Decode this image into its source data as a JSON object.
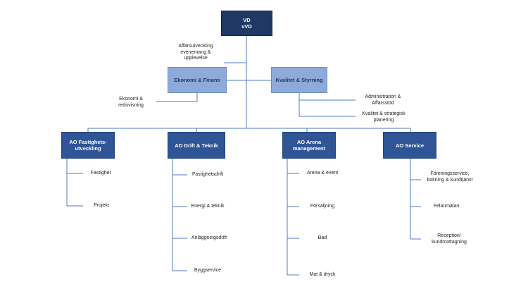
{
  "top": {
    "line1": "VD",
    "line2": "vVD"
  },
  "staff": {
    "line1": "Affärsutveckling",
    "line2": "evenemang &",
    "line3": "upplevelse"
  },
  "ekonomi": {
    "title": "Ekonomi & Finans",
    "sub1": "Ekonomi &",
    "sub2": "redovisning"
  },
  "kvalitet": {
    "title": "Kvalitet & Styrning",
    "sub_a1": "Administration &",
    "sub_a2": "Affärsstöd",
    "sub_b1": "Kvalitet & strategisk",
    "sub_b2": "planering"
  },
  "ao": [
    {
      "line1": "AO Fastighets-",
      "line2": "utveckling",
      "items": [
        "Fastighet",
        "Projekt"
      ]
    },
    {
      "line1": "AO Drift & Teknik",
      "line2": "",
      "items": [
        "Fastighetsdrift",
        "Energi & teknik",
        "Anläggningsdrift",
        "Byggservice"
      ]
    },
    {
      "line1": "AO Arena",
      "line2": "management",
      "items": [
        "Arena & event",
        "Försäljning",
        "Bad",
        "Mat & dryck"
      ]
    },
    {
      "line1": "AO Service",
      "line2": "",
      "items": [
        "Föreningsservice,",
        "bokning & kundtjänst",
        "Felanmälan",
        "Reception/",
        "kundmottagning"
      ]
    }
  ],
  "colors": {
    "top": "#1f3864",
    "mid": "#8eaadb",
    "ao": "#2f5597",
    "line": "#4472c4"
  }
}
